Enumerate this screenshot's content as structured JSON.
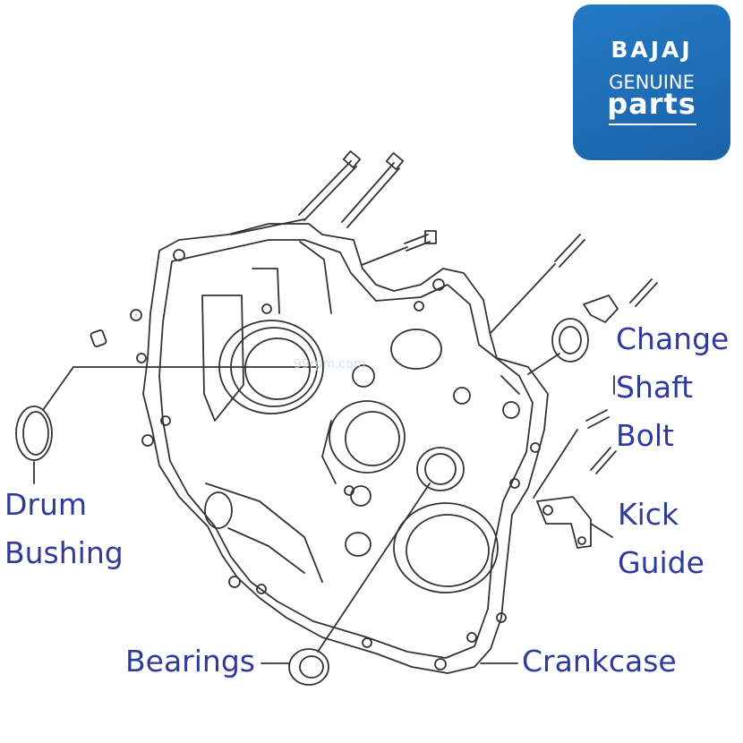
{
  "logo": {
    "brand": "BAJAJ",
    "line2": "GENUINE",
    "line3": "parts",
    "background": "#1f6db5"
  },
  "watermark": "99rpm.com",
  "labels": {
    "change_shaft_bolt": [
      "Change",
      "Shaft",
      "Bolt"
    ],
    "drum_bushing": [
      "Drum",
      "Bushing"
    ],
    "kick_guide": [
      "Kick",
      "Guide"
    ],
    "bearings": "Bearings",
    "crankcase": "Crankcase"
  },
  "colors": {
    "label_text": "#2e3a9c",
    "line_art": "#333333"
  }
}
